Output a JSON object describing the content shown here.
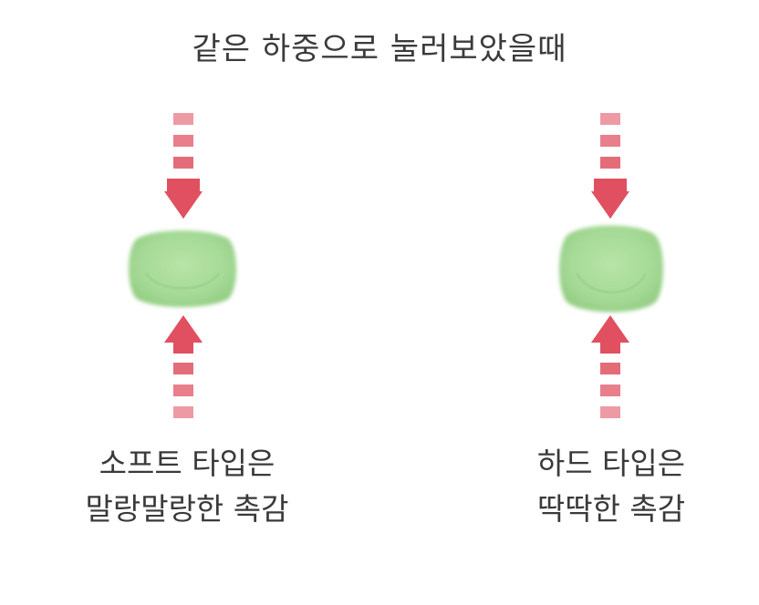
{
  "title": "같은 하중으로 눌러보았을때",
  "soft": {
    "label_line1": "소프트 타입은",
    "label_line2": "말랑말랑한 촉감"
  },
  "hard": {
    "label_line1": "하드 타입은",
    "label_line2": "딱딱한 촉감"
  },
  "colors": {
    "arrow": "#e05060",
    "arrow_light": "#ee9aa4",
    "blob_fill": "#a8dc9a",
    "blob_edge": "#8cc97e",
    "text": "#3a3a3a"
  }
}
